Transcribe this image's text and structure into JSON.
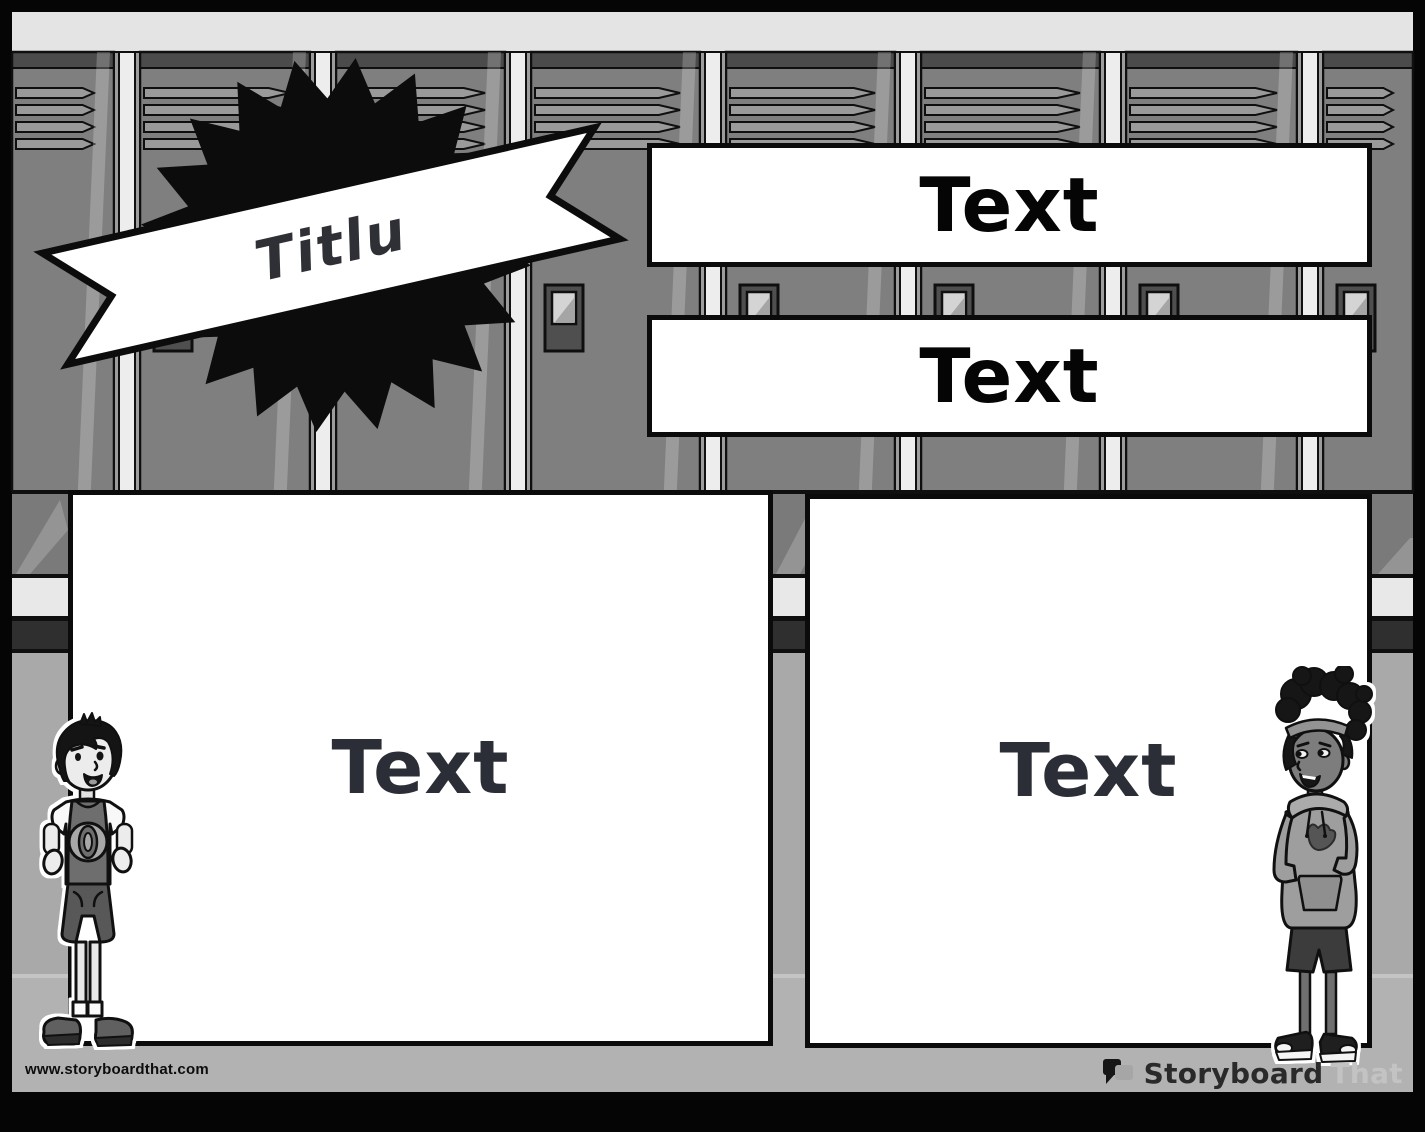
{
  "poster": {
    "title": "Titlu",
    "top_bars": [
      {
        "label": "Text"
      },
      {
        "label": "Text"
      }
    ],
    "content_boxes": [
      {
        "label": "Text"
      },
      {
        "label": "Text"
      }
    ]
  },
  "footer": {
    "watermark": "www.storyboardthat.com",
    "logo": {
      "primary": "Storyboard",
      "secondary": "That",
      "icon": "speech-bubbles-icon"
    }
  },
  "scene": {
    "background": "school-hallway-lockers",
    "characters": [
      {
        "id": "boy-basketball-jersey",
        "position": "bottom-left"
      },
      {
        "id": "girl-hoodie",
        "position": "bottom-right"
      }
    ]
  },
  "colors": {
    "frame": "#000000",
    "top_band": "#e4e4e4",
    "locker_body": "#7f7f7f",
    "locker_top": "#4b4b4b",
    "divider_light": "#ededed",
    "handle_dark": "#4f4f4f",
    "wall": "#7a7a7a",
    "baseboard_light": "#e8e8e8",
    "baseboard_dark": "#2f2f2f",
    "floor": "#a9a9a9",
    "floor_lower": "#b2b2b2",
    "panel_fill": "#ffffff",
    "panel_border": "#0b0b0b",
    "starburst": "#0c0c0c",
    "title_ink": "#2e3036",
    "bar_ink": "#050505",
    "box_ink": "#2b2e36",
    "logo_primary": "#2a2a2a",
    "logo_secondary": "#c3c3c3"
  }
}
